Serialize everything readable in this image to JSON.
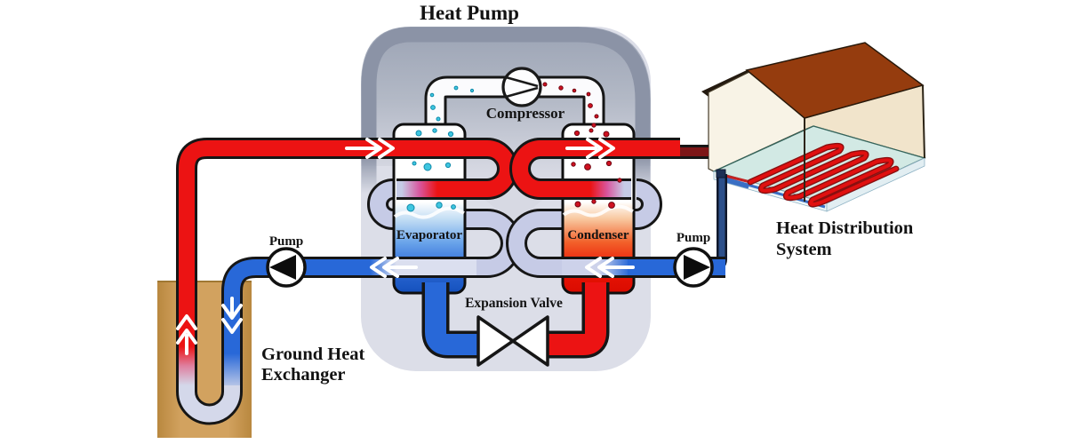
{
  "diagram": {
    "title": "Heat Pump",
    "components": {
      "compressor": {
        "label": "Compressor"
      },
      "evaporator": {
        "label": "Evaporator"
      },
      "condenser": {
        "label": "Condenser"
      },
      "expansion_valve": {
        "label": "Expansion Valve"
      },
      "ground_pump": {
        "label": "Pump"
      },
      "distribution_pump": {
        "label": "Pump"
      },
      "ground_heat_exchanger": {
        "line1": "Ground Heat",
        "line2": "Exchanger"
      },
      "heat_distribution_system": {
        "line1": "Heat Distribution",
        "line2": "System"
      }
    },
    "colors": {
      "hot_pipe": "#ec1313",
      "cold_pipe": "#2868d8",
      "tempered_pipe": "#c6cbe6",
      "pipe_outline": "#161616",
      "soil": "#d2a25f",
      "roof": "#953c0e",
      "wall": "#f8f3e6",
      "floor": "#d2e9e4",
      "floor_coil": "#e01010",
      "enclosure_border": "#8b93a6",
      "enclosure_fill": "#dcdee8",
      "return_pipe_navy": "#2c4f8a",
      "supply_pipe_maroon": "#7d1617",
      "cold_droplet": "#3fc6e0",
      "hot_droplet": "#cf1120"
    }
  }
}
